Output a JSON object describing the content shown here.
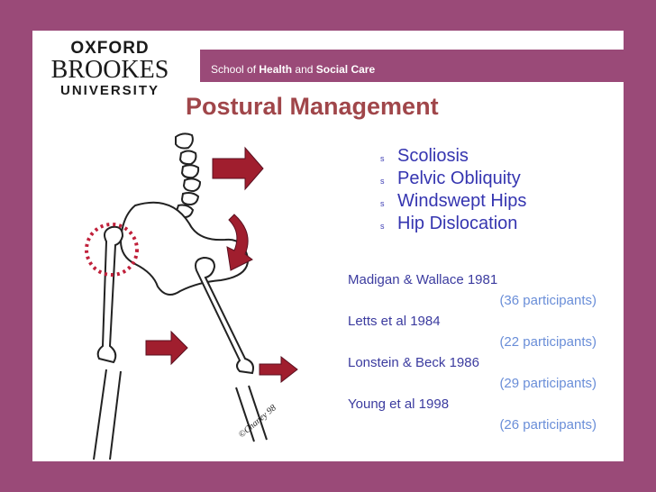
{
  "header": {
    "logo_line1": "OXFORD",
    "logo_line2": "BROOKES",
    "logo_line3": "UNIVERSITY",
    "school_prefix": "School of ",
    "school_bold1": "Health",
    "school_mid": " and ",
    "school_bold2": "Social Care"
  },
  "title": "Postural Management",
  "bullets": [
    "Scoliosis",
    "Pelvic Obliquity",
    "Windswept Hips",
    "Hip Dislocation"
  ],
  "bullet_marker": "s",
  "references": [
    {
      "name": "Madigan & Wallace 1981",
      "participants": "(36 participants)"
    },
    {
      "name": "Letts et al 1984",
      "participants": "(22 participants)"
    },
    {
      "name": "Lonstein & Beck 1986",
      "participants": "(29 participants)"
    },
    {
      "name": "Young et al 1998",
      "participants": "(26 participants)"
    }
  ],
  "illustration": {
    "signature": "©Chaney 98"
  },
  "colors": {
    "background": "#9a4a78",
    "title": "#a0464a",
    "bullet_text": "#3535b0",
    "participants": "#6a8ed8",
    "arrow": "#a01e2e"
  }
}
